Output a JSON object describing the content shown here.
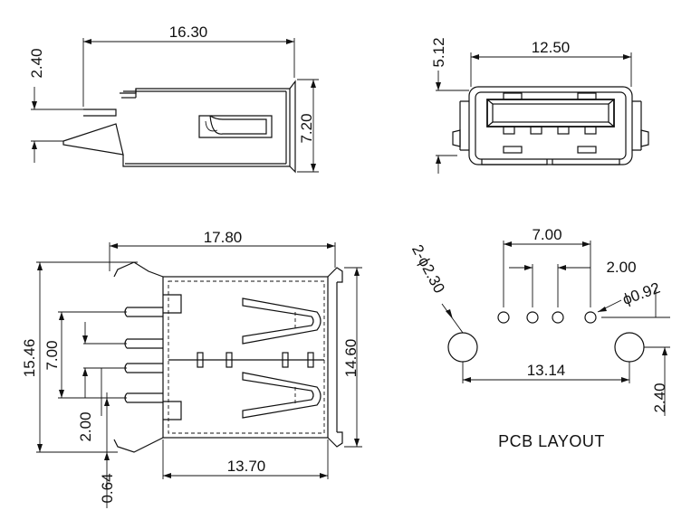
{
  "dimensions": {
    "side_length": "16.30",
    "side_pin_offset": "2.40",
    "side_height": "7.20",
    "front_width": "12.50",
    "front_height": "5.12",
    "top_length": "17.80",
    "top_width": "15.46",
    "top_pitch": "7.00",
    "top_inner": "14.60",
    "top_pin_pitch": "2.00",
    "top_offset": "0.64",
    "top_base_length": "13.70",
    "pcb_pitch": "7.00",
    "pcb_pin_pitch": "2.00",
    "pcb_pin_dia": "ϕ0.92",
    "pcb_hole_dia": "2-ϕ2.30",
    "pcb_hole_spacing": "13.14",
    "pcb_hole_offset": "2.40"
  },
  "labels": {
    "pcb_layout": "PCB LAYOUT"
  }
}
